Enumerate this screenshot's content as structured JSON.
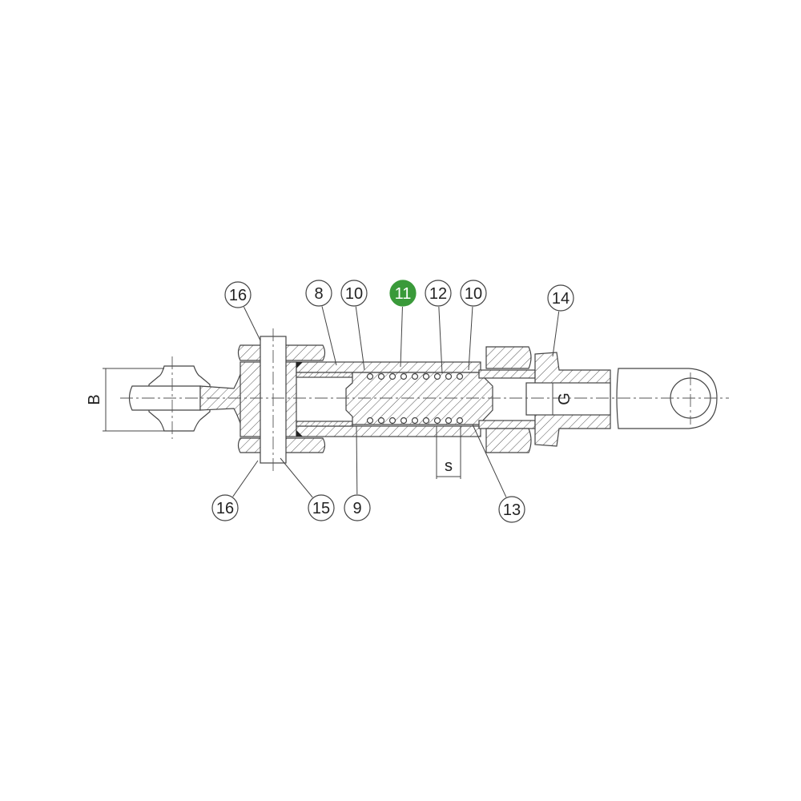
{
  "diagram": {
    "callouts_top": [
      {
        "label": "16",
        "highlight": false
      },
      {
        "label": "8",
        "highlight": false
      },
      {
        "label": "10",
        "highlight": false
      },
      {
        "label": "11",
        "highlight": true
      },
      {
        "label": "12",
        "highlight": false
      },
      {
        "label": "10",
        "highlight": false
      },
      {
        "label": "14",
        "highlight": false
      }
    ],
    "callouts_bottom": [
      {
        "label": "16",
        "highlight": false
      },
      {
        "label": "15",
        "highlight": false
      },
      {
        "label": "9",
        "highlight": false
      },
      {
        "label": "13",
        "highlight": false
      }
    ],
    "dimensions": {
      "b": "B",
      "g": "G",
      "s": "s"
    },
    "colors": {
      "highlight": "#3a9a3a",
      "line": "#444444"
    }
  }
}
